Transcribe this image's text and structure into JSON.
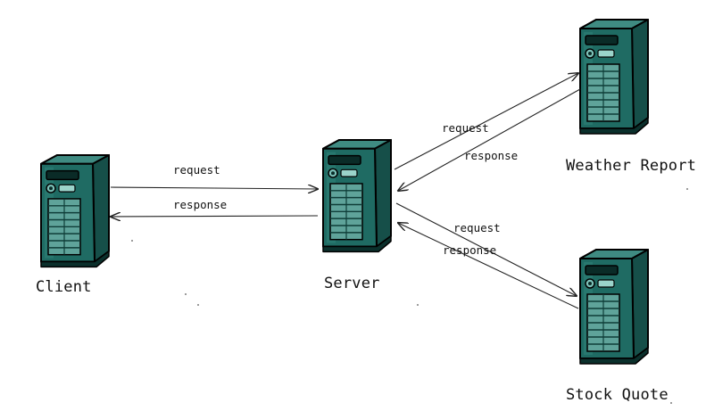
{
  "nodes": {
    "client": {
      "label": "Client"
    },
    "server": {
      "label": "Server"
    },
    "weather": {
      "label": "Weather Report"
    },
    "stock": {
      "label": "Stock Quote"
    }
  },
  "edges": {
    "client_server_request": {
      "label": "request"
    },
    "server_client_response": {
      "label": "response"
    },
    "server_weather_request": {
      "label": "request"
    },
    "weather_server_response": {
      "label": "response"
    },
    "server_stock_request": {
      "label": "request"
    },
    "stock_server_response": {
      "label": "response"
    }
  },
  "colors": {
    "server_body": "#1f6b63",
    "server_dark": "#0f3d38",
    "server_light": "#5fa39a",
    "arrow": "#222222",
    "label": "#111111"
  },
  "icons": {
    "server": "server-tower-icon"
  }
}
